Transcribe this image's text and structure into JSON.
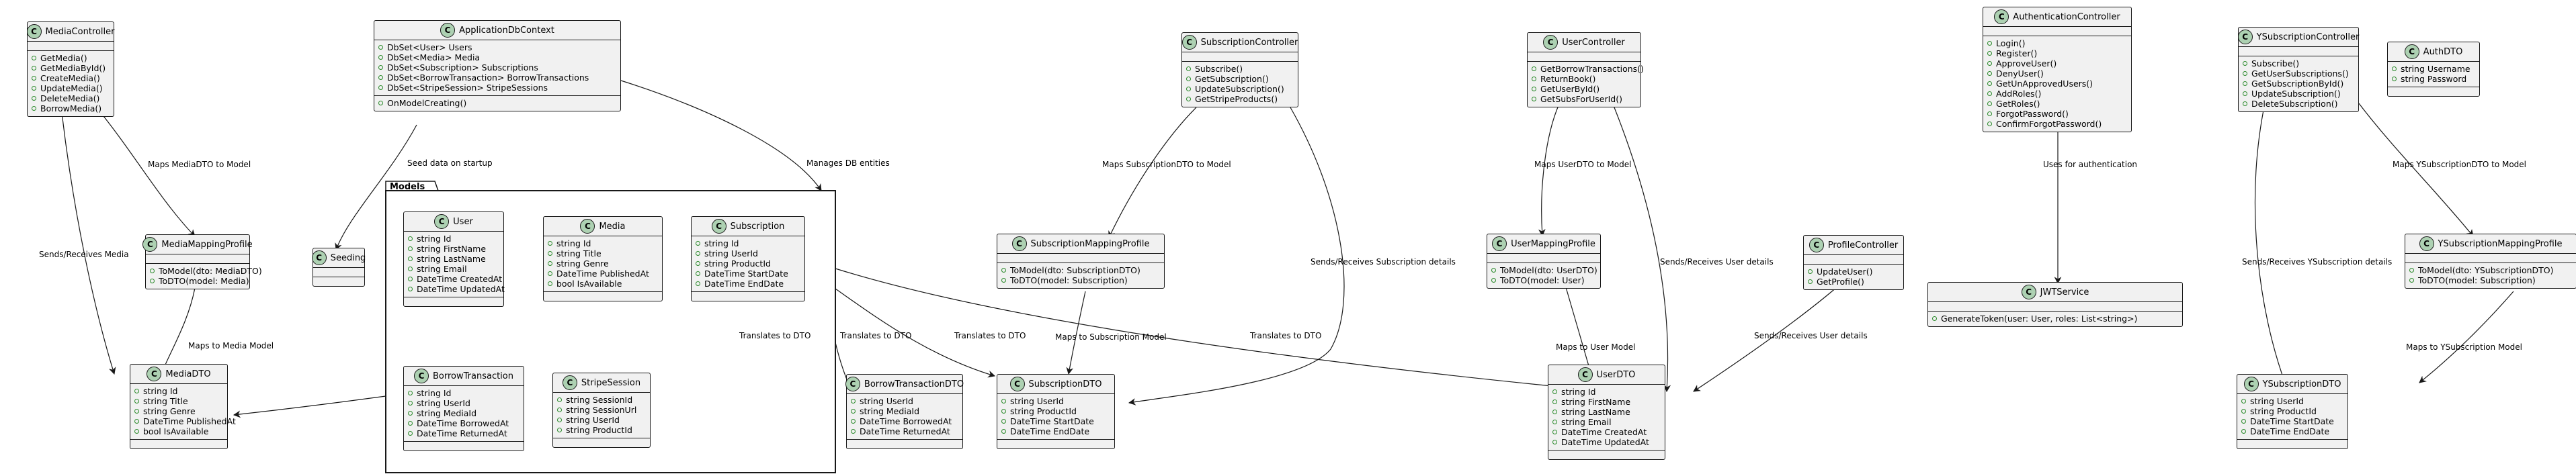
{
  "diagram": {
    "package": {
      "label": "Models"
    },
    "classes": {
      "MediaController": {
        "name": "MediaController",
        "fields": [],
        "methods": [
          "GetMedia()",
          "GetMediaById()",
          "CreateMedia()",
          "UpdateMedia()",
          "DeleteMedia()",
          "BorrowMedia()"
        ]
      },
      "ApplicationDbContext": {
        "name": "ApplicationDbContext",
        "fields": [
          "DbSet<User> Users",
          "DbSet<Media> Media",
          "DbSet<Subscription> Subscriptions",
          "DbSet<BorrowTransaction> BorrowTransactions",
          "DbSet<StripeSession> StripeSessions"
        ],
        "methods": [
          "OnModelCreating()"
        ]
      },
      "SubscriptionController": {
        "name": "SubscriptionController",
        "fields": [],
        "methods": [
          "Subscribe()",
          "GetSubscription()",
          "UpdateSubscription()",
          "GetStripeProducts()"
        ]
      },
      "UserController": {
        "name": "UserController",
        "fields": [],
        "methods": [
          "GetBorrowTransactions()",
          "ReturnBook()",
          "GetUserById()",
          "GetSubsForUserId()"
        ]
      },
      "AuthenticationController": {
        "name": "AuthenticationController",
        "fields": [],
        "methods": [
          "Login()",
          "Register()",
          "ApproveUser()",
          "DenyUser()",
          "GetUnApprovedUsers()",
          "AddRoles()",
          "GetRoles()",
          "ForgotPassword()",
          "ConfirmForgotPassword()"
        ]
      },
      "YSubscriptionController": {
        "name": "YSubscriptionController",
        "fields": [],
        "methods": [
          "Subscribe()",
          "GetUserSubscriptions()",
          "GetSubscriptionById()",
          "UpdateSubscription()",
          "DeleteSubscription()"
        ]
      },
      "AuthDTO": {
        "name": "AuthDTO",
        "fields": [
          "string Username",
          "string Password"
        ],
        "methods": []
      },
      "MediaMappingProfile": {
        "name": "MediaMappingProfile",
        "fields": [],
        "methods": [
          "ToModel(dto: MediaDTO)",
          "ToDTO(model: Media)"
        ]
      },
      "Seeding": {
        "name": "Seeding",
        "fields": [],
        "methods": []
      },
      "User": {
        "name": "User",
        "fields": [
          "string Id",
          "string FirstName",
          "string LastName",
          "string Email",
          "DateTime CreatedAt",
          "DateTime UpdatedAt"
        ],
        "methods": []
      },
      "Media": {
        "name": "Media",
        "fields": [
          "string Id",
          "string Title",
          "string Genre",
          "DateTime PublishedAt",
          "bool IsAvailable"
        ],
        "methods": []
      },
      "Subscription": {
        "name": "Subscription",
        "fields": [
          "string Id",
          "string UserId",
          "string ProductId",
          "DateTime StartDate",
          "DateTime EndDate"
        ],
        "methods": []
      },
      "BorrowTransaction": {
        "name": "BorrowTransaction",
        "fields": [
          "string Id",
          "string UserId",
          "string MediaId",
          "DateTime BorrowedAt",
          "DateTime ReturnedAt"
        ],
        "methods": []
      },
      "StripeSession": {
        "name": "StripeSession",
        "fields": [
          "string SessionId",
          "string SessionUrl",
          "string UserId",
          "string ProductId"
        ],
        "methods": []
      },
      "SubscriptionMappingProfile": {
        "name": "SubscriptionMappingProfile",
        "fields": [],
        "methods": [
          "ToModel(dto: SubscriptionDTO)",
          "ToDTO(model: Subscription)"
        ]
      },
      "UserMappingProfile": {
        "name": "UserMappingProfile",
        "fields": [],
        "methods": [
          "ToModel(dto: UserDTO)",
          "ToDTO(model: User)"
        ]
      },
      "ProfileController": {
        "name": "ProfileController",
        "fields": [],
        "methods": [
          "UpdateUser()",
          "GetProfile()"
        ]
      },
      "JWTService": {
        "name": "JWTService",
        "fields": [],
        "methods": [
          "GenerateToken(user: User, roles: List<string>)"
        ]
      },
      "YSubscriptionMappingProfile": {
        "name": "YSubscriptionMappingProfile",
        "fields": [],
        "methods": [
          "ToModel(dto: YSubscriptionDTO)",
          "ToDTO(model: Subscription)"
        ]
      },
      "MediaDTO": {
        "name": "MediaDTO",
        "fields": [
          "string Id",
          "string Title",
          "string Genre",
          "DateTime PublishedAt",
          "bool IsAvailable"
        ],
        "methods": []
      },
      "BorrowTransactionDTO": {
        "name": "BorrowTransactionDTO",
        "fields": [
          "string UserId",
          "string MediaId",
          "DateTime BorrowedAt",
          "DateTime ReturnedAt"
        ],
        "methods": []
      },
      "SubscriptionDTO": {
        "name": "SubscriptionDTO",
        "fields": [
          "string UserId",
          "string ProductId",
          "DateTime StartDate",
          "DateTime EndDate"
        ],
        "methods": []
      },
      "UserDTO": {
        "name": "UserDTO",
        "fields": [
          "string Id",
          "string FirstName",
          "string LastName",
          "string Email",
          "DateTime CreatedAt",
          "DateTime UpdatedAt"
        ],
        "methods": []
      },
      "YSubscriptionDTO": {
        "name": "YSubscriptionDTO",
        "fields": [
          "string UserId",
          "string ProductId",
          "DateTime StartDate",
          "DateTime EndDate"
        ],
        "methods": []
      }
    },
    "edges": [
      {
        "from": "MediaController",
        "to": "MediaMappingProfile",
        "label": "Maps MediaDTO to Model"
      },
      {
        "from": "MediaController",
        "to": "MediaDTO",
        "label": "Sends/Receives Media"
      },
      {
        "from": "MediaMappingProfile",
        "to": "MediaDTO",
        "label": "Maps to Media Model"
      },
      {
        "from": "ApplicationDbContext",
        "to": "Seeding",
        "label": "Seed data on startup"
      },
      {
        "from": "ApplicationDbContext",
        "to": "Models",
        "label": "Manages DB entities"
      },
      {
        "from": "Models",
        "to": "MediaDTO",
        "label": ""
      },
      {
        "from": "Models",
        "to": "BorrowTransactionDTO",
        "label": "Translates to DTO"
      },
      {
        "from": "Models",
        "to": "BorrowTransactionDTO",
        "label": "Translates to DTO"
      },
      {
        "from": "Models",
        "to": "SubscriptionDTO",
        "label": "Translates to DTO"
      },
      {
        "from": "Models",
        "to": "UserDTO",
        "label": "Translates to DTO"
      },
      {
        "from": "SubscriptionController",
        "to": "SubscriptionMappingProfile",
        "label": "Maps SubscriptionDTO to Model"
      },
      {
        "from": "SubscriptionController",
        "to": "SubscriptionDTO",
        "label": "Sends/Receives Subscription details"
      },
      {
        "from": "SubscriptionMappingProfile",
        "to": "SubscriptionDTO",
        "label": "Maps to Subscription Model"
      },
      {
        "from": "UserController",
        "to": "UserMappingProfile",
        "label": "Maps UserDTO to Model"
      },
      {
        "from": "UserController",
        "to": "UserDTO",
        "label": "Sends/Receives User details"
      },
      {
        "from": "UserMappingProfile",
        "to": "UserDTO",
        "label": "Maps to User Model"
      },
      {
        "from": "ProfileController",
        "to": "UserDTO",
        "label": "Sends/Receives User details"
      },
      {
        "from": "AuthenticationController",
        "to": "JWTService",
        "label": "Uses for authentication"
      },
      {
        "from": "YSubscriptionController",
        "to": "YSubscriptionMappingProfile",
        "label": "Maps YSubscriptionDTO to Model"
      },
      {
        "from": "YSubscriptionController",
        "to": "YSubscriptionDTO",
        "label": "Sends/Receives YSubscription details"
      },
      {
        "from": "YSubscriptionMappingProfile",
        "to": "YSubscriptionDTO",
        "label": "Maps to YSubscription Model"
      }
    ]
  },
  "colors": {
    "class_fill": "#f1f1f1",
    "class_border": "#181818",
    "badge_fill": "#add1b2",
    "visibility_marker": "#2a8a2a",
    "edge": "#181818"
  }
}
